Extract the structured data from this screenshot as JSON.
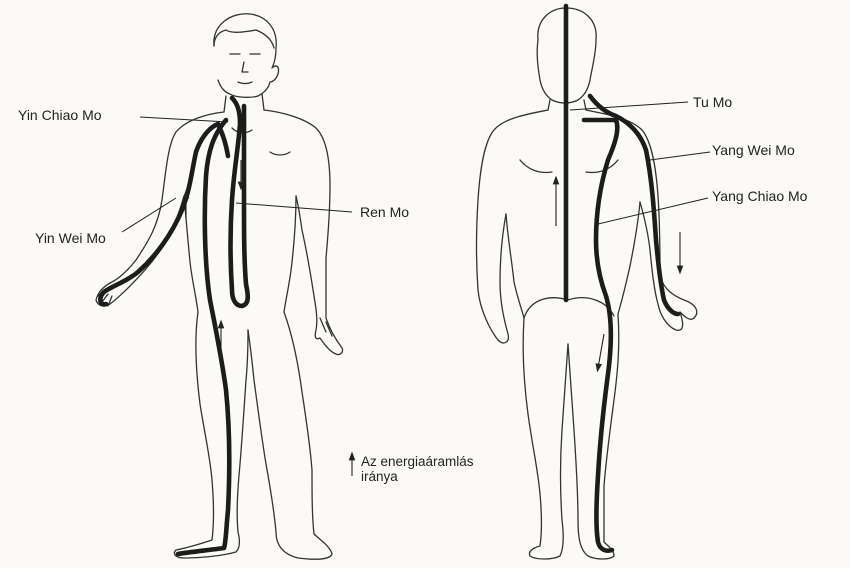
{
  "labels": {
    "yin_chiao_mo": "Yin Chiao Mo",
    "ren_mo": "Ren Mo",
    "yin_wei_mo": "Yin Wei Mo",
    "tu_mo": "Tu Mo",
    "yang_wei_mo": "Yang Wei Mo",
    "yang_chiao_mo": "Yang Chiao Mo"
  },
  "legend": {
    "line1": "Az energiaáramlás",
    "line2": "iránya"
  },
  "colors": {
    "background": "#fbfaf6",
    "ink": "#1c1c1c"
  }
}
